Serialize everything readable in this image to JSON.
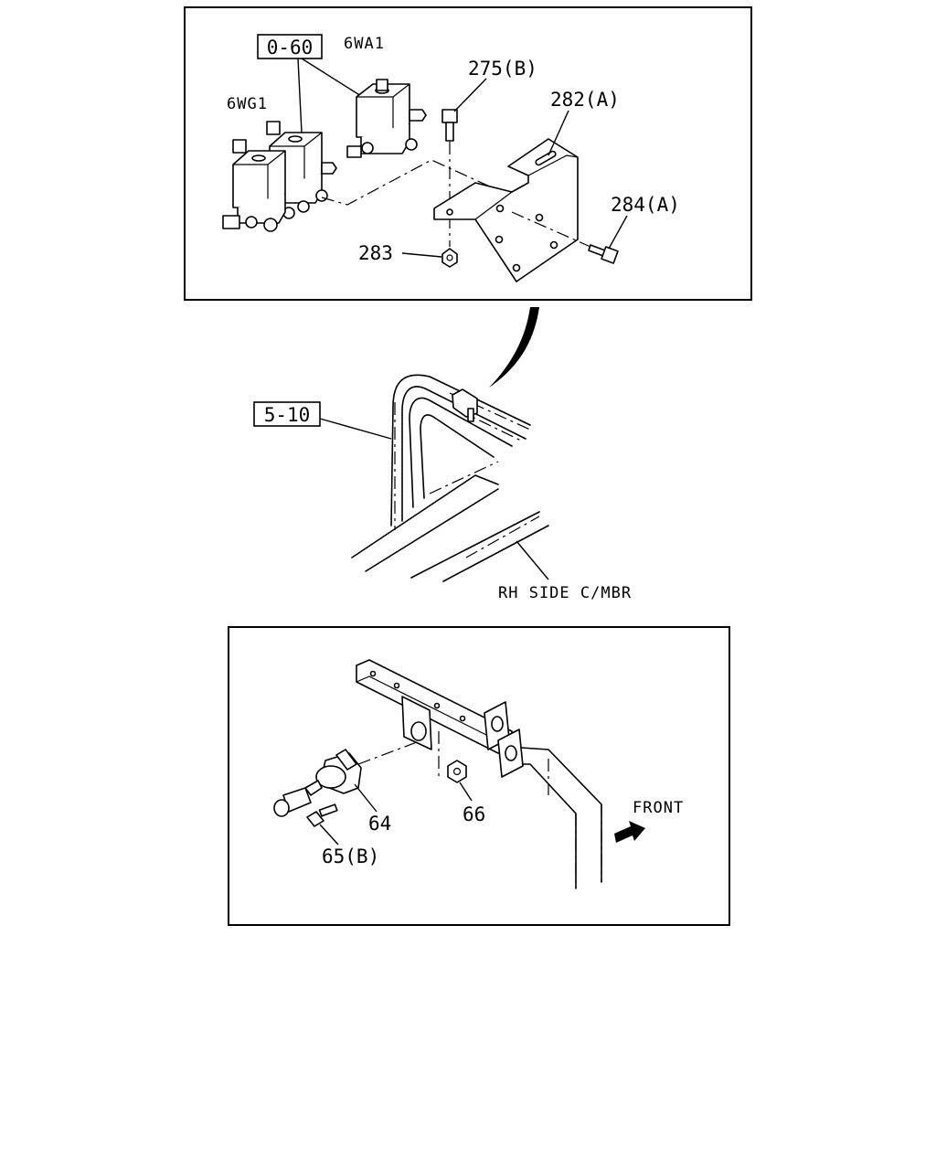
{
  "callouts": {
    "ref_0_60": "0-60",
    "code_6wa1": "6WA1",
    "code_6wg1": "6WG1",
    "part_275b": "275(B)",
    "part_282a": "282(A)",
    "part_284a": "284(A)",
    "part_283": "283",
    "ref_5_10": "5-10",
    "rh_side_cmbr": "RH SIDE C/MBR",
    "part_64": "64",
    "part_65b": "65(B)",
    "part_66": "66",
    "front": "FRONT"
  }
}
